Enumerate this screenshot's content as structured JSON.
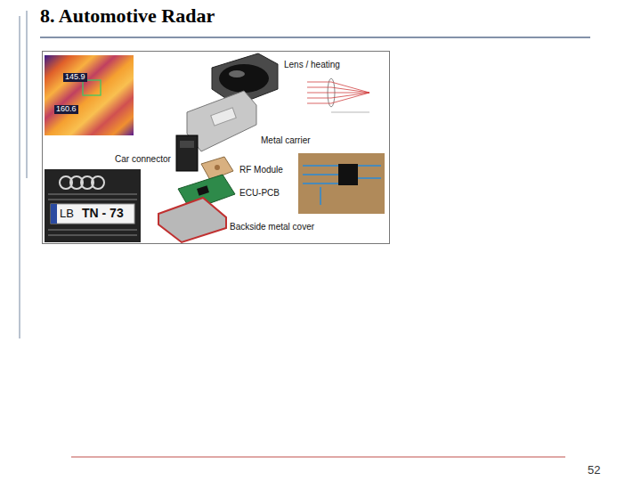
{
  "diagram": {
    "title": "8. Automotive Radar",
    "labels": [
      "145.9",
      "160.6",
      "Lens / heating",
      "Metal carrier",
      "Car connector",
      "RF Module",
      "ECU-PCB",
      "Backside metal cover",
      "LB",
      "TN - 73",
      "52"
    ]
  }
}
